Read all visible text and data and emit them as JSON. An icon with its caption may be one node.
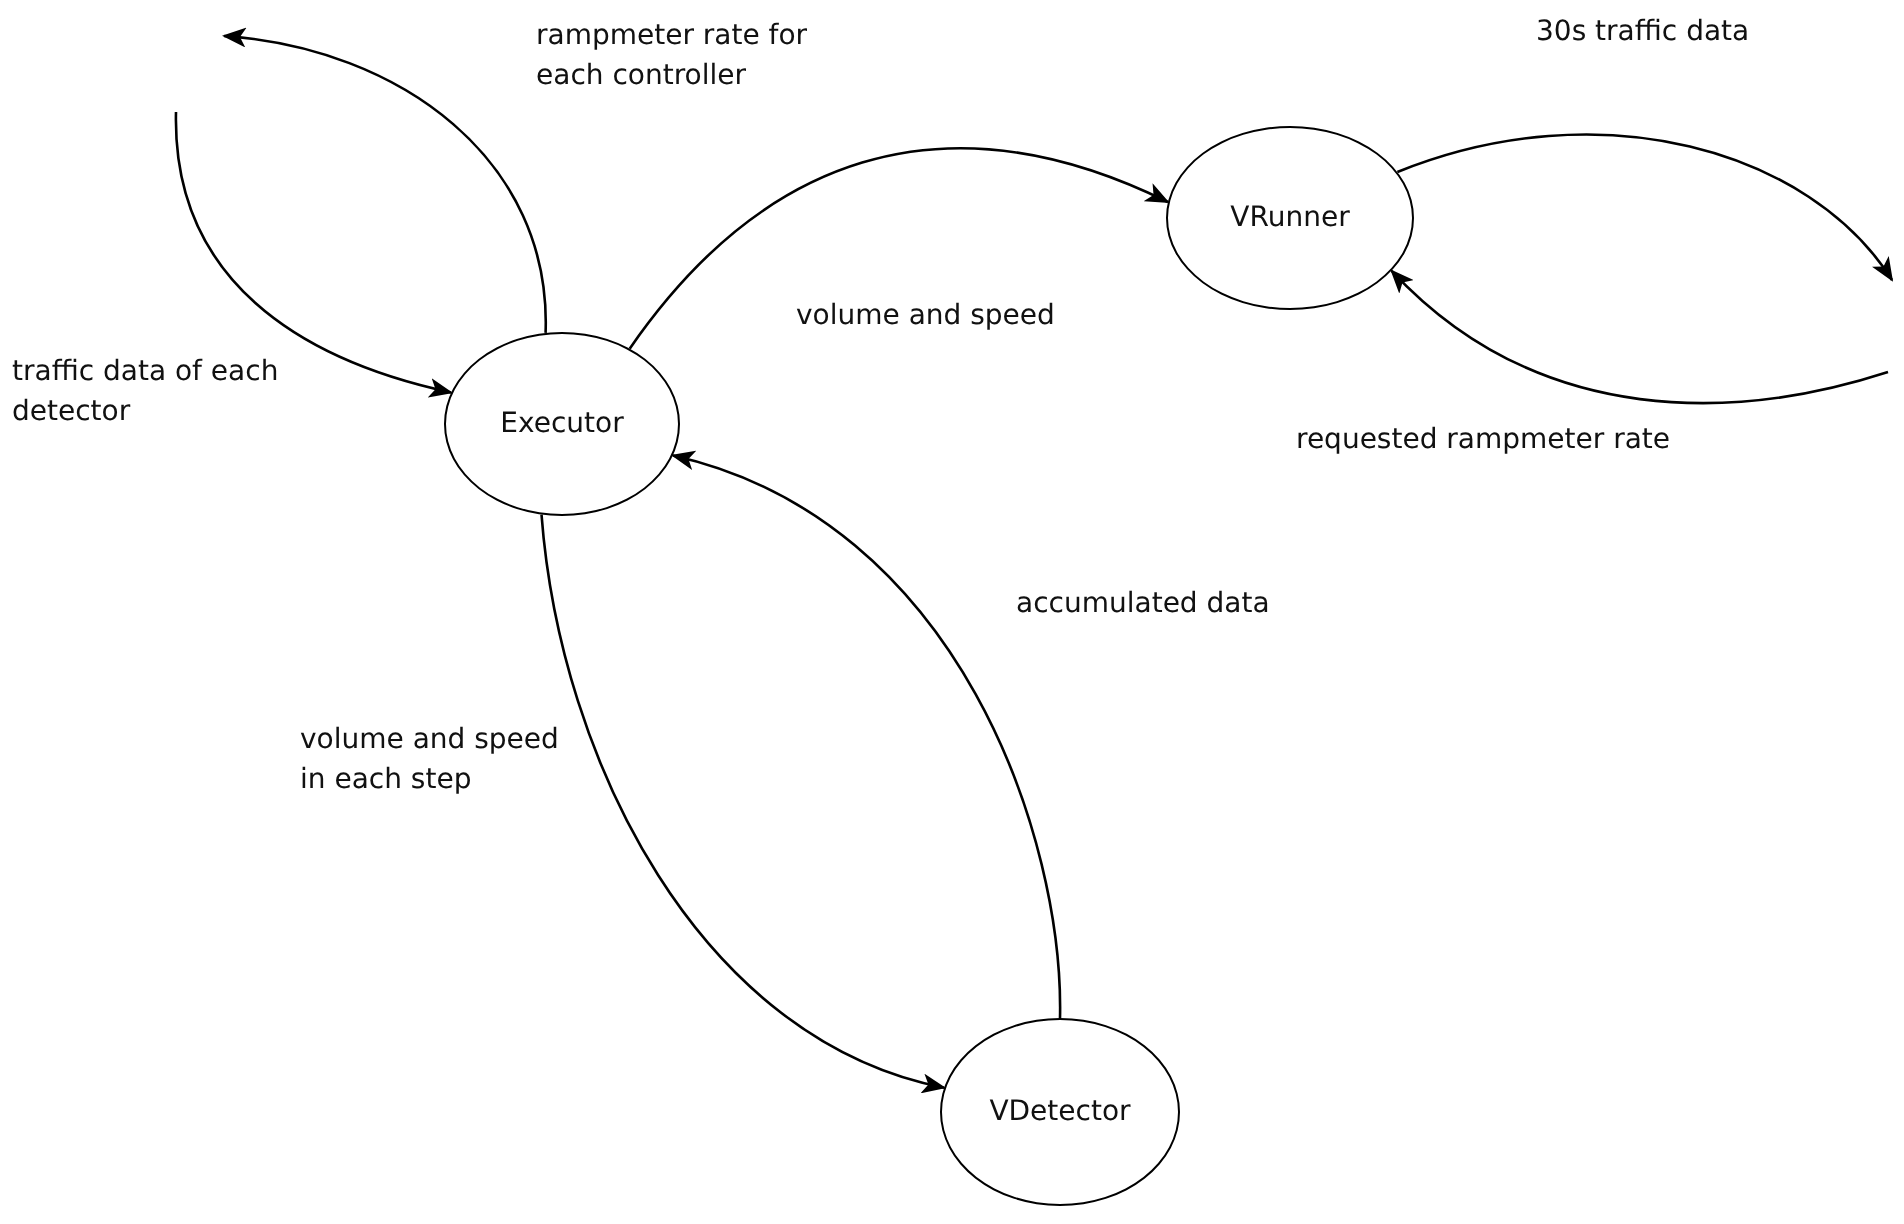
{
  "diagram": {
    "nodes": [
      {
        "text": [
          "Executor"
        ]
      },
      {
        "text": [
          "VRunner"
        ]
      },
      {
        "text": [
          "VDetector"
        ]
      }
    ],
    "edges": [
      {
        "from": null,
        "to": 0,
        "arrow": "to",
        "label": "traffic data of each detector"
      },
      {
        "from": 0,
        "to": null,
        "arrow": "to",
        "label": "rampmeter rate for each controller"
      },
      {
        "from": 0,
        "to": 1,
        "arrow": "to",
        "label": "volume and speed"
      },
      {
        "from": 1,
        "to": null,
        "arrow": "to",
        "label": "30s traffic data"
      },
      {
        "from": null,
        "to": 1,
        "arrow": "to",
        "label": "requested rampmeter rate"
      },
      {
        "from": 0,
        "to": 2,
        "arrow": "to",
        "label": "volume and speed in each step"
      },
      {
        "from": 2,
        "to": 0,
        "arrow": "to",
        "label": "accumulated data"
      }
    ]
  }
}
